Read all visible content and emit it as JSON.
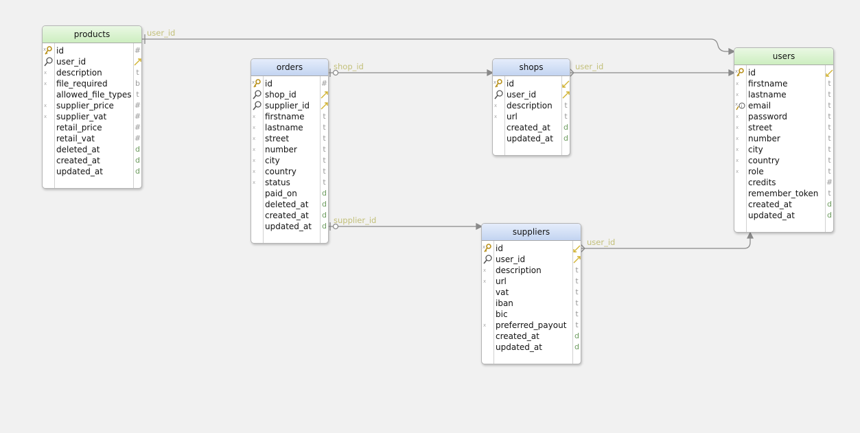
{
  "tables": {
    "products": {
      "title": "products",
      "fields": [
        {
          "name": "id",
          "icon": "pk",
          "type": "#"
        },
        {
          "name": "user_id",
          "icon": "idx",
          "type": "fk"
        },
        {
          "name": "description",
          "icon": "nn",
          "type": "t"
        },
        {
          "name": "file_required",
          "icon": "nn",
          "type": "b"
        },
        {
          "name": "allowed_file_types",
          "icon": "",
          "type": "t"
        },
        {
          "name": "supplier_price",
          "icon": "nn",
          "type": "#"
        },
        {
          "name": "supplier_vat",
          "icon": "nn",
          "type": "#"
        },
        {
          "name": "retail_price",
          "icon": "",
          "type": "#"
        },
        {
          "name": "retail_vat",
          "icon": "",
          "type": "#"
        },
        {
          "name": "deleted_at",
          "icon": "",
          "type": "d"
        },
        {
          "name": "created_at",
          "icon": "",
          "type": "d"
        },
        {
          "name": "updated_at",
          "icon": "",
          "type": "d"
        }
      ]
    },
    "orders": {
      "title": "orders",
      "fields": [
        {
          "name": "id",
          "icon": "pk",
          "type": "#"
        },
        {
          "name": "shop_id",
          "icon": "idx",
          "type": "fk"
        },
        {
          "name": "supplier_id",
          "icon": "idx",
          "type": "fk"
        },
        {
          "name": "firstname",
          "icon": "nn",
          "type": "t"
        },
        {
          "name": "lastname",
          "icon": "nn",
          "type": "t"
        },
        {
          "name": "street",
          "icon": "nn",
          "type": "t"
        },
        {
          "name": "number",
          "icon": "nn",
          "type": "t"
        },
        {
          "name": "city",
          "icon": "nn",
          "type": "t"
        },
        {
          "name": "country",
          "icon": "nn",
          "type": "t"
        },
        {
          "name": "status",
          "icon": "nn",
          "type": "t"
        },
        {
          "name": "paid_on",
          "icon": "",
          "type": "d"
        },
        {
          "name": "deleted_at",
          "icon": "",
          "type": "d"
        },
        {
          "name": "created_at",
          "icon": "",
          "type": "d"
        },
        {
          "name": "updated_at",
          "icon": "",
          "type": "d"
        }
      ]
    },
    "shops": {
      "title": "shops",
      "fields": [
        {
          "name": "id",
          "icon": "pk",
          "type": "fkr"
        },
        {
          "name": "user_id",
          "icon": "idx",
          "type": "fk"
        },
        {
          "name": "description",
          "icon": "nn",
          "type": "t"
        },
        {
          "name": "url",
          "icon": "nn",
          "type": "t"
        },
        {
          "name": "created_at",
          "icon": "",
          "type": "d"
        },
        {
          "name": "updated_at",
          "icon": "",
          "type": "d"
        }
      ]
    },
    "suppliers": {
      "title": "suppliers",
      "fields": [
        {
          "name": "id",
          "icon": "pk",
          "type": "fkr"
        },
        {
          "name": "user_id",
          "icon": "idx",
          "type": "fk"
        },
        {
          "name": "description",
          "icon": "nn",
          "type": "t"
        },
        {
          "name": "url",
          "icon": "nn",
          "type": "t"
        },
        {
          "name": "vat",
          "icon": "",
          "type": "t"
        },
        {
          "name": "iban",
          "icon": "",
          "type": "t"
        },
        {
          "name": "bic",
          "icon": "",
          "type": "t"
        },
        {
          "name": "preferred_payout",
          "icon": "nn",
          "type": "t"
        },
        {
          "name": "created_at",
          "icon": "",
          "type": "d"
        },
        {
          "name": "updated_at",
          "icon": "",
          "type": "d"
        }
      ]
    },
    "users": {
      "title": "users",
      "fields": [
        {
          "name": "id",
          "icon": "pk",
          "type": "fkr"
        },
        {
          "name": "firstname",
          "icon": "nn",
          "type": "t"
        },
        {
          "name": "lastname",
          "icon": "nn",
          "type": "t"
        },
        {
          "name": "email",
          "icon": "uq",
          "type": "t"
        },
        {
          "name": "password",
          "icon": "nn",
          "type": "t"
        },
        {
          "name": "street",
          "icon": "nn",
          "type": "t"
        },
        {
          "name": "number",
          "icon": "nn",
          "type": "t"
        },
        {
          "name": "city",
          "icon": "nn",
          "type": "t"
        },
        {
          "name": "country",
          "icon": "nn",
          "type": "t"
        },
        {
          "name": "role",
          "icon": "nn",
          "type": "t"
        },
        {
          "name": "credits",
          "icon": "",
          "type": "#"
        },
        {
          "name": "remember_token",
          "icon": "",
          "type": "t"
        },
        {
          "name": "created_at",
          "icon": "",
          "type": "d"
        },
        {
          "name": "updated_at",
          "icon": "",
          "type": "d"
        }
      ]
    }
  },
  "relations": {
    "products_users": "user_id",
    "orders_shops": "shop_id",
    "shops_users": "user_id",
    "orders_suppliers": "supplier_id",
    "suppliers_users": "user_id"
  },
  "colors": {
    "relation_line": "#8a8a8a",
    "relation_label": "#c3c07a",
    "header_green": "#cdeec0",
    "header_blue": "#c3d4f1"
  }
}
